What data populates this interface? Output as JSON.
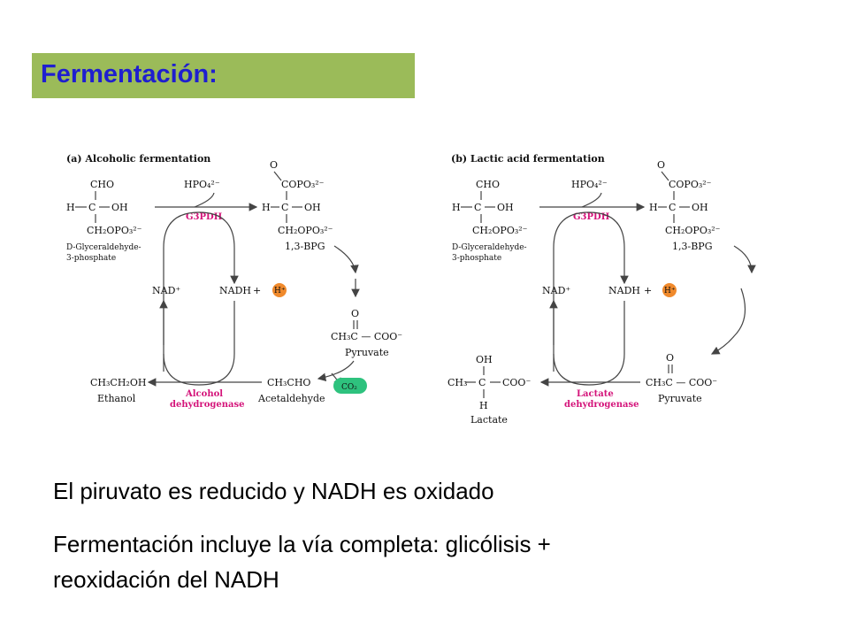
{
  "title": "Fermentación:",
  "panels": {
    "a": {
      "heading": "(a) Alcoholic fermentation",
      "s_cho": "CHO",
      "s_h": "H",
      "s_c": "C",
      "s_oh": "OH",
      "s_ch2opo3": "CH₂OPO₃²⁻",
      "s_name1": "D-Glyceraldehyde-",
      "s_name2": "3-phosphate",
      "phosphate": "HPO₄²⁻",
      "enzyme1": "G3PDH",
      "p_o": "O",
      "p_copo3": "COPO₃²⁻",
      "p_h": "H",
      "p_c": "C",
      "p_oh": "OH",
      "p_ch2opo3": "CH₂OPO₃²⁻",
      "p_name": "1,3-BPG",
      "nad": "NAD⁺",
      "nadh": "NADH",
      "plus": "+",
      "hplus": "H⁺",
      "pyr_o": "O",
      "pyr_formula": "CH₃C — COO⁻",
      "pyr_name": "Pyruvate",
      "prod_formula": "CH₃CH₂OH",
      "prod_name": "Ethanol",
      "enzyme2_l1": "Alcohol",
      "enzyme2_l2": "dehydrogenase",
      "mid_formula": "CH₃CHO",
      "mid_name": "Acetaldehyde",
      "gas": "CO₂"
    },
    "b": {
      "heading": "(b) Lactic acid fermentation",
      "s_cho": "CHO",
      "s_h": "H",
      "s_c": "C",
      "s_oh": "OH",
      "s_ch2opo3": "CH₂OPO₃²⁻",
      "s_name1": "D-Glyceraldehyde-",
      "s_name2": "3-phosphate",
      "phosphate": "HPO₄²⁻",
      "enzyme1": "G3PDH",
      "p_o": "O",
      "p_copo3": "COPO₃²⁻",
      "p_h": "H",
      "p_c": "C",
      "p_oh": "OH",
      "p_ch2opo3": "CH₂OPO₃²⁻",
      "p_name": "1,3-BPG",
      "nad": "NAD⁺",
      "nadh": "NADH",
      "plus": "+",
      "hplus": "H⁺",
      "pyr_o": "O",
      "pyr_formula": "CH₃C — COO⁻",
      "pyr_name": "Pyruvate",
      "lac_oh": "OH",
      "lac_ch3": "CH₃",
      "lac_c": "C",
      "lac_coo": "COO⁻",
      "lac_h": "H",
      "prod_name": "Lactate",
      "enzyme2_l1": "Lactate",
      "enzyme2_l2": "dehydrogenase"
    }
  },
  "body": {
    "line1": "El piruvato es reducido y NADH es oxidado",
    "line2a": "Fermentación incluye la vía completa: glicólisis +",
    "line2b": "reoxidación del NADH"
  },
  "colors": {
    "title_bg": "#9bbb59",
    "title_text": "#1f1fcf",
    "enzyme_text": "#d4147a",
    "proton": "#f08a2c",
    "co2": "#2ec27e"
  }
}
